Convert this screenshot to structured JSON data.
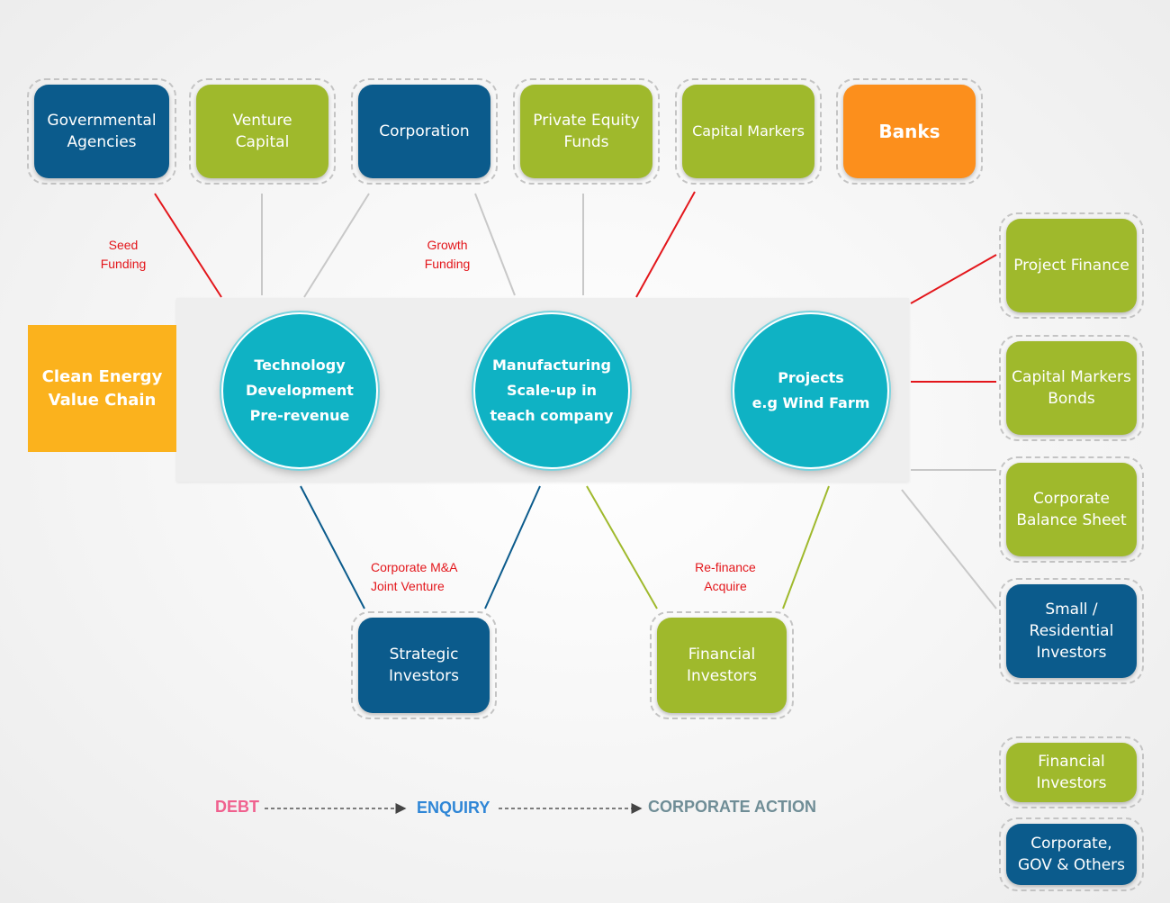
{
  "chain_label": "Clean Energy\nValue Chain",
  "top_sources": [
    {
      "label": "Governmental\nAgencies",
      "color": "blue"
    },
    {
      "label": "Venture\nCapital",
      "color": "green"
    },
    {
      "label": "Corporation",
      "color": "blue"
    },
    {
      "label": "Private Equity\nFunds",
      "color": "green"
    },
    {
      "label": "Capital Markers",
      "color": "green"
    },
    {
      "label": "Banks",
      "color": "orange"
    }
  ],
  "stages": [
    {
      "label": "Technology\nDevelopment\nPre-revenue"
    },
    {
      "label": "Manufacturing\nScale-up in\nteach company"
    },
    {
      "label": "Projects\ne.g Wind Farm"
    }
  ],
  "right_sources": [
    {
      "label": "Project Finance",
      "color": "green"
    },
    {
      "label": "Capital Markers\nBonds",
      "color": "green"
    },
    {
      "label": "Corporate\nBalance Sheet",
      "color": "green"
    },
    {
      "label": "Small /\nResidential\nInvestors",
      "color": "blue"
    }
  ],
  "bottom_sources": [
    {
      "label": "Strategic\nInvestors",
      "color": "blue"
    },
    {
      "label": "Financial\nInvestors",
      "color": "green"
    }
  ],
  "annotations": {
    "seed": "Seed\nFunding",
    "growth": "Growth\nFunding",
    "ma": "Corporate M&A\nJoint Venture",
    "refinance": "Re-finance\nAcquire"
  },
  "legend": {
    "steps": [
      {
        "label": "DEBT",
        "color": "#f0608e"
      },
      {
        "label": "ENQUIRY",
        "color": "#2f86d6"
      },
      {
        "label": "CORPORATE ACTION",
        "color": "#6f8d96"
      }
    ],
    "key": [
      {
        "label": "Financial\nInvestors",
        "color": "green"
      },
      {
        "label": "Corporate,\nGOV & Others",
        "color": "blue"
      }
    ]
  },
  "colors": {
    "blue": "#0b5b8c",
    "green": "#9fb92c",
    "orange": "#fc8f1c",
    "teal": "#0fb2c4",
    "chain": "#fbb21d",
    "link_red": "#e3161b",
    "link_grey": "#c8c8c8",
    "link_blue": "#0b5b8c",
    "link_green": "#9fb92c"
  }
}
